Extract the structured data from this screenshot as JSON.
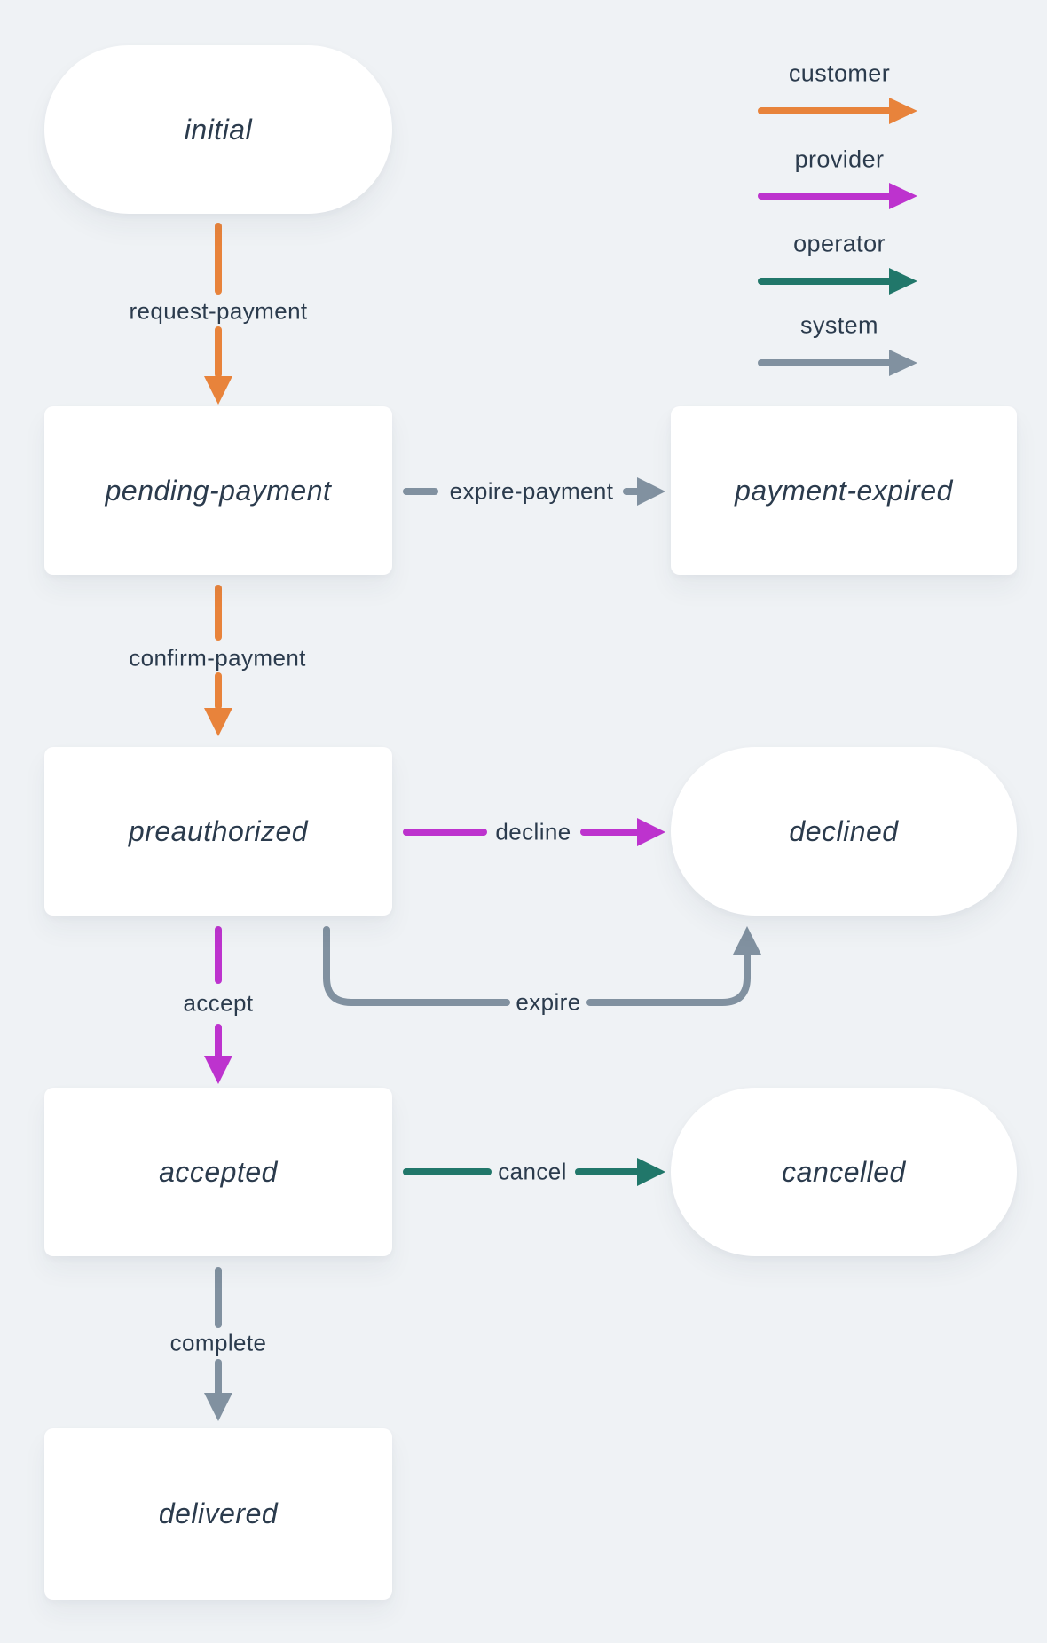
{
  "colors": {
    "background": "#EFF2F5",
    "node_fill": "#FFFFFF",
    "text": "#2B3B4D",
    "customer": "#E8833B",
    "provider": "#BD33CE",
    "operator": "#21776A",
    "system": "#8191A0"
  },
  "legend": {
    "items": [
      {
        "label": "customer",
        "actor": "customer"
      },
      {
        "label": "provider",
        "actor": "provider"
      },
      {
        "label": "operator",
        "actor": "operator"
      },
      {
        "label": "system",
        "actor": "system"
      }
    ]
  },
  "nodes": {
    "initial": {
      "label": "initial",
      "shape": "stadium"
    },
    "pending_payment": {
      "label": "pending-payment",
      "shape": "rect"
    },
    "payment_expired": {
      "label": "payment-expired",
      "shape": "rect"
    },
    "preauthorized": {
      "label": "preauthorized",
      "shape": "rect"
    },
    "declined": {
      "label": "declined",
      "shape": "stadium"
    },
    "accepted": {
      "label": "accepted",
      "shape": "rect"
    },
    "cancelled": {
      "label": "cancelled",
      "shape": "stadium"
    },
    "delivered": {
      "label": "delivered",
      "shape": "rect"
    }
  },
  "edges": {
    "request_payment": {
      "label": "request-payment",
      "actor": "customer",
      "from": "initial",
      "to": "pending-payment"
    },
    "expire_payment": {
      "label": "expire-payment",
      "actor": "system",
      "from": "pending-payment",
      "to": "payment-expired"
    },
    "confirm_payment": {
      "label": "confirm-payment",
      "actor": "customer",
      "from": "pending-payment",
      "to": "preauthorized"
    },
    "decline": {
      "label": "decline",
      "actor": "provider",
      "from": "preauthorized",
      "to": "declined"
    },
    "expire": {
      "label": "expire",
      "actor": "system",
      "from": "preauthorized",
      "to": "declined"
    },
    "accept": {
      "label": "accept",
      "actor": "provider",
      "from": "preauthorized",
      "to": "accepted"
    },
    "cancel": {
      "label": "cancel",
      "actor": "operator",
      "from": "accepted",
      "to": "cancelled"
    },
    "complete": {
      "label": "complete",
      "actor": "system",
      "from": "accepted",
      "to": "delivered"
    }
  }
}
